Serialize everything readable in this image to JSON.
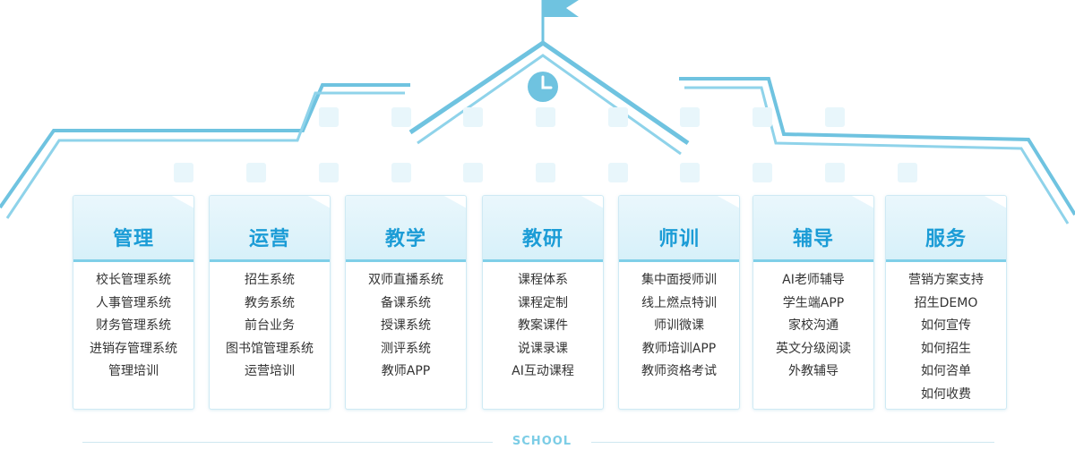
{
  "columns": [
    {
      "title": "管理",
      "items": [
        "校长管理系统",
        "人事管理系统",
        "财务管理系统",
        "进销存管理系统",
        "管理培训"
      ]
    },
    {
      "title": "运营",
      "items": [
        "招生系统",
        "教务系统",
        "前台业务",
        "图书馆管理系统",
        "运营培训"
      ]
    },
    {
      "title": "教学",
      "items": [
        "双师直播系统",
        "备课系统",
        "授课系统",
        "测评系统",
        "教师APP"
      ]
    },
    {
      "title": "教研",
      "items": [
        "课程体系",
        "课程定制",
        "教案课件",
        "说课录课",
        "AI互动课程"
      ]
    },
    {
      "title": "师训",
      "items": [
        "集中面授师训",
        "线上燃点特训",
        "师训微课",
        "教师培训APP",
        "教师资格考试"
      ]
    },
    {
      "title": "辅导",
      "items": [
        "AI老师辅导",
        "学生端APP",
        "家校沟通",
        "英文分级阅读",
        "外教辅导"
      ]
    },
    {
      "title": "服务",
      "items": [
        "营销方案支持",
        "招生DEMO",
        "如何宣传",
        "如何招生",
        "如何咨单",
        "如何收费"
      ]
    }
  ],
  "footer": {
    "label": "SCHOOL"
  },
  "colors": {
    "accent": "#6fc3e0",
    "title": "#1b9cd6",
    "window": "#e8f6fb"
  }
}
